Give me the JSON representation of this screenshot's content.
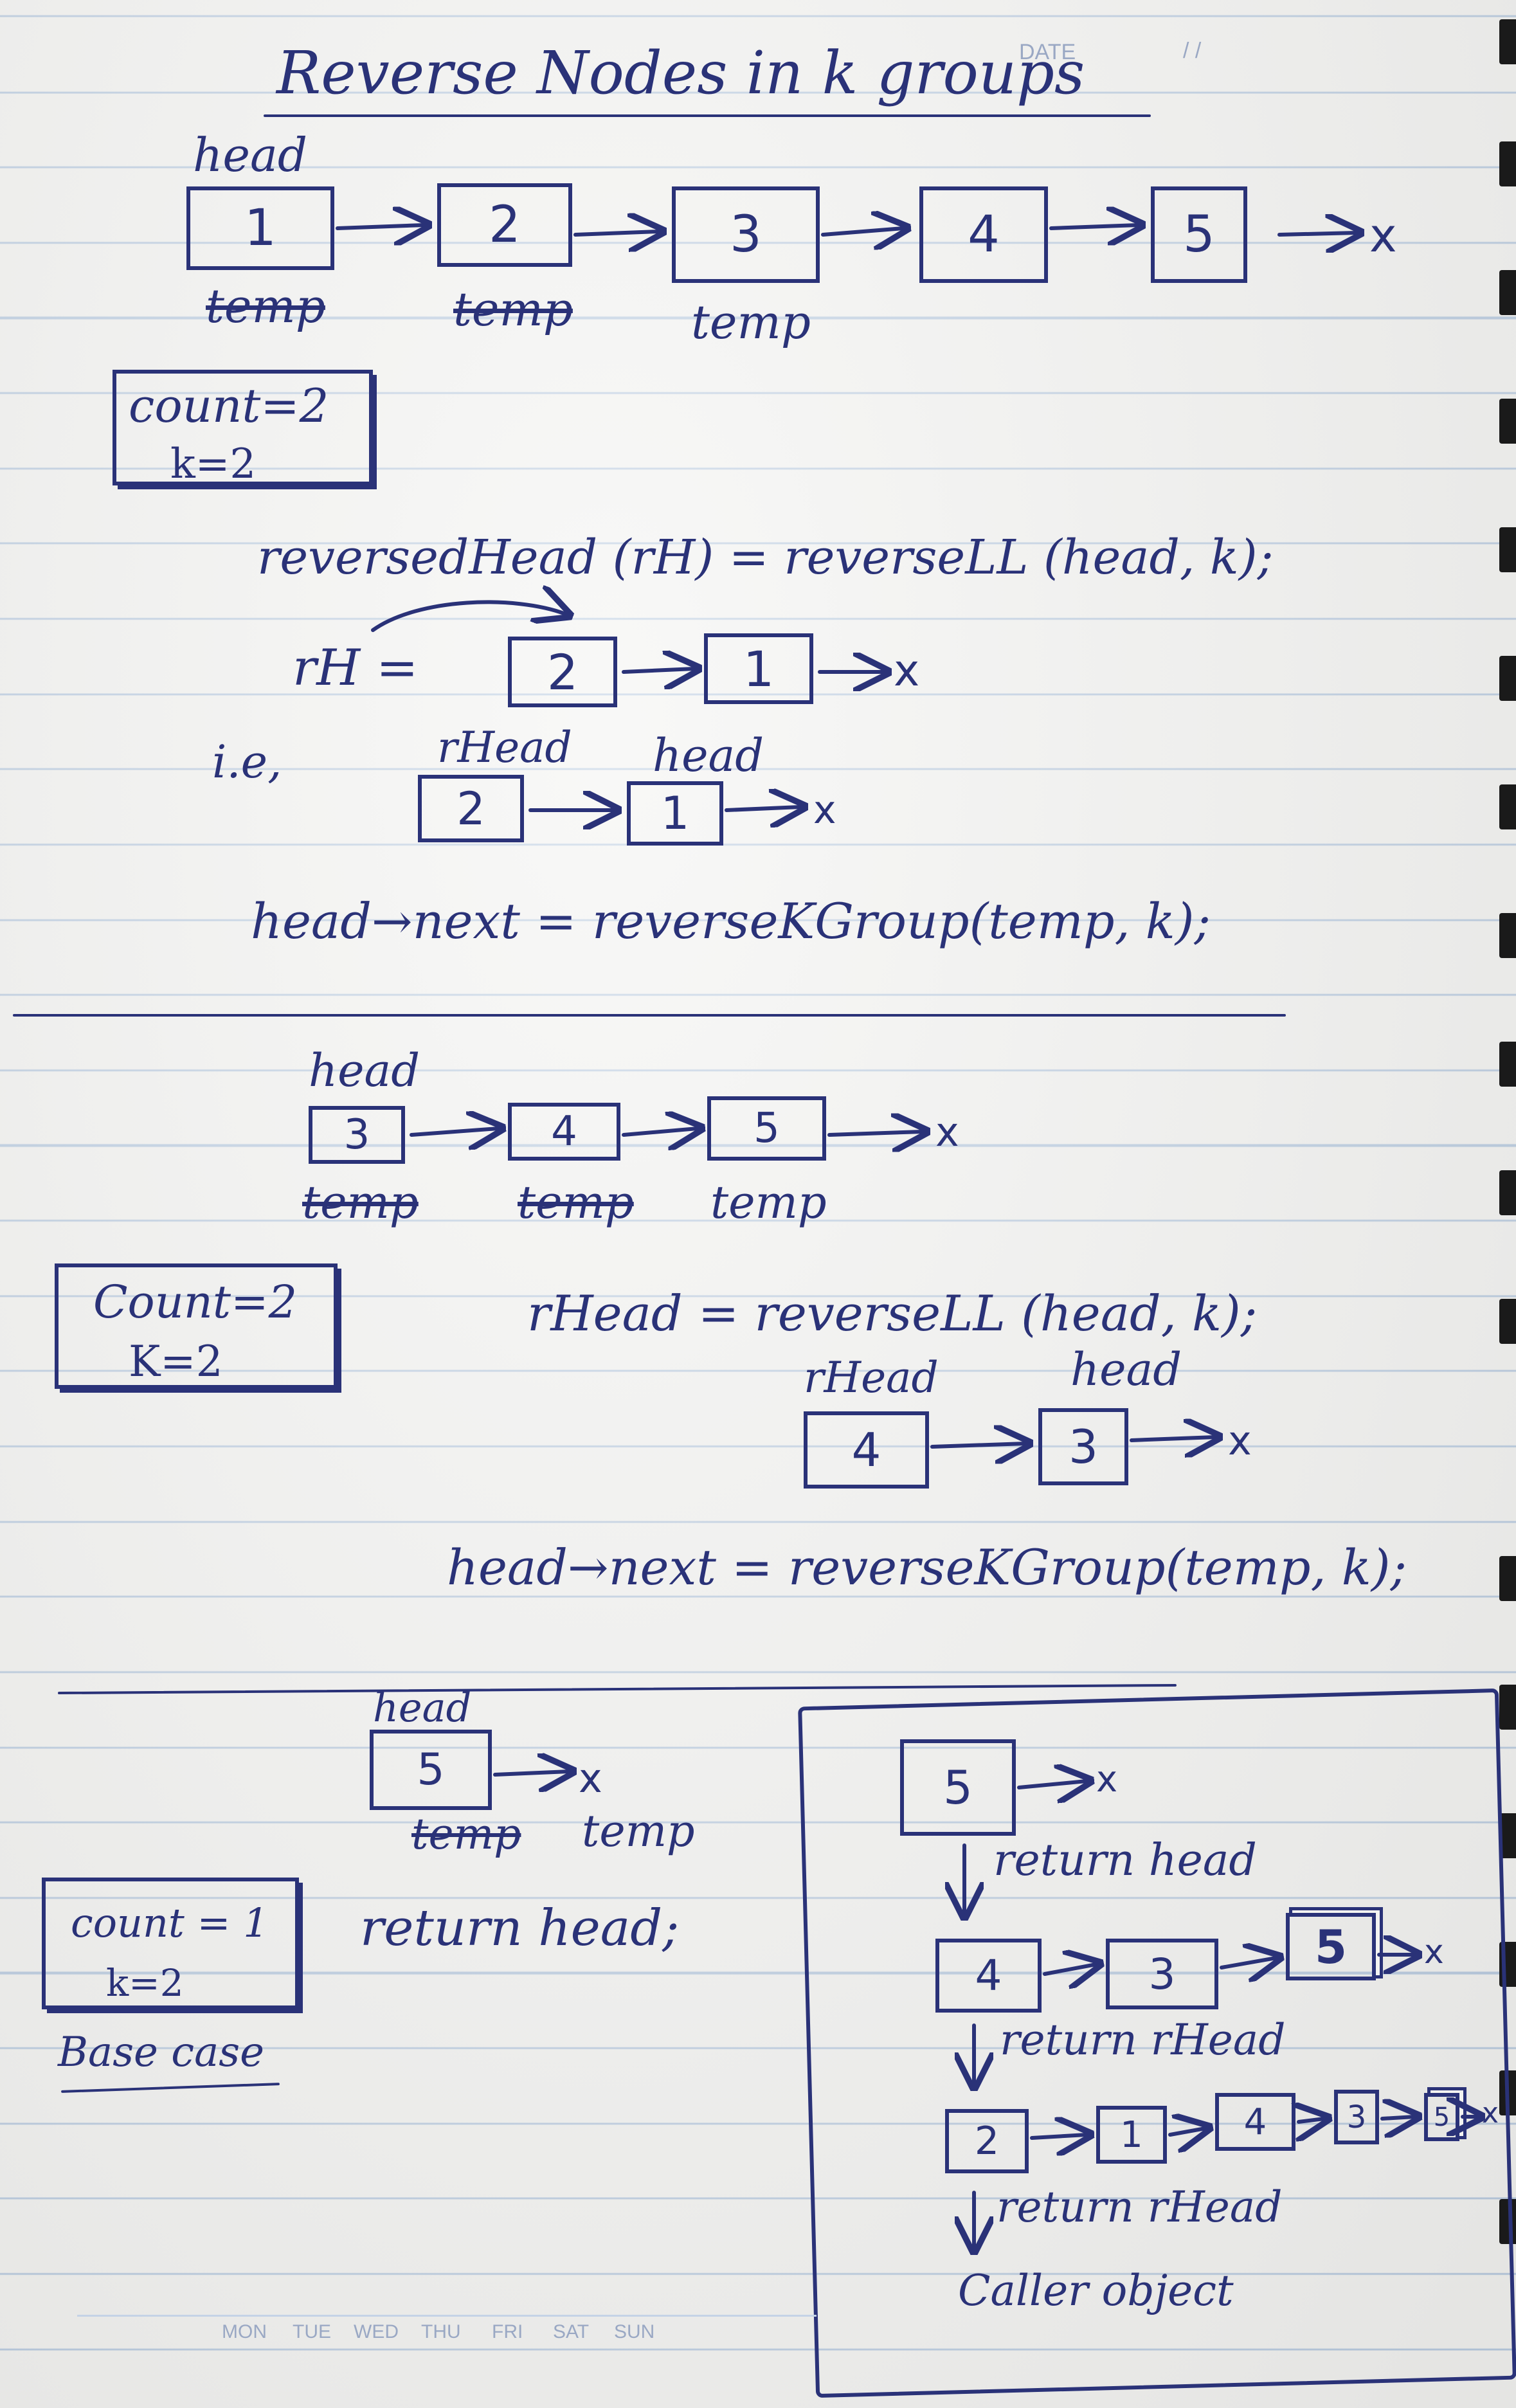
{
  "page": {
    "date_label": "DATE",
    "date_slashes": "/   /",
    "title": "Reverse Nodes in k groups",
    "weekdays": [
      "MON",
      "TUE",
      "WED",
      "THU",
      "FRI",
      "SAT",
      "SUN"
    ]
  },
  "section1": {
    "head_label": "head",
    "nodes": [
      "1",
      "2",
      "3",
      "4",
      "5"
    ],
    "null_mark": "x",
    "temp_labels": [
      "temp",
      "temp",
      "temp"
    ],
    "count_line": "count=2",
    "k_line": "k=2",
    "reverse_line": "reversedHead (rH) = reverseLL (head, k);",
    "rh_label": "rH =",
    "rh_nodes": [
      "2",
      "1"
    ],
    "ie_label": "i.e,",
    "rhead_label": "rHead",
    "head_label2": "head",
    "ie_nodes": [
      "2",
      "1"
    ],
    "next_line": "head→next  = reverseKGroup(temp, k);"
  },
  "section2": {
    "head_label": "head",
    "nodes": [
      "3",
      "4",
      "5"
    ],
    "temp_labels": [
      "temp",
      "temp",
      "temp"
    ],
    "count_line": "Count=2",
    "k_line": "K=2",
    "reverse_line": "rHead = reverseLL (head, k);",
    "rhead_label": "rHead",
    "head_label2": "head",
    "result_nodes": [
      "4",
      "3"
    ],
    "next_line": "head→next = reverseKGroup(temp, k);"
  },
  "section3": {
    "head_label": "head",
    "node": "5",
    "temp_labels": [
      "temp",
      "temp"
    ],
    "return_line": "return head;",
    "count_line": "count = 1",
    "k_line": "k=2",
    "base_case": "Base case"
  },
  "callstack": {
    "top_node": "5",
    "step1": "return head",
    "row2": [
      "4",
      "3",
      "5"
    ],
    "step2": "return rHead",
    "row3": [
      "2",
      "1",
      "4",
      "3",
      "5"
    ],
    "step3": "return rHead",
    "caller": "Caller object"
  }
}
